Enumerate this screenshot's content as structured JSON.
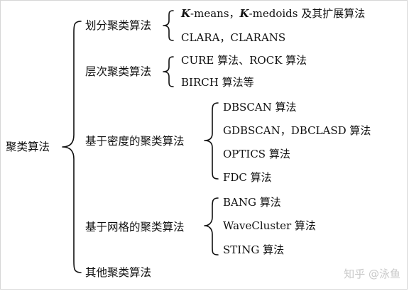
{
  "root": "聚类算法",
  "categories": [
    {
      "label": "划分聚类算法",
      "leaves": [
        {
          "k1": "K",
          "t1": "-means，",
          "k2": "K",
          "t2": "-medoids 及其扩展算法"
        },
        {
          "text": "CLARA，CLARANS"
        }
      ]
    },
    {
      "label": "层次聚类算法",
      "leaves": [
        {
          "text": "CURE 算法、ROCK 算法"
        },
        {
          "text": "BIRCH 算法等"
        }
      ]
    },
    {
      "label": "基于密度的聚类算法",
      "leaves": [
        {
          "text": "DBSCAN 算法"
        },
        {
          "text": "GDBSCAN，DBCLASD 算法"
        },
        {
          "text": "OPTICS 算法"
        },
        {
          "text": "FDC 算法"
        }
      ]
    },
    {
      "label": "基于网格的聚类算法",
      "leaves": [
        {
          "text": "BANG 算法"
        },
        {
          "text": "WaveCluster 算法"
        },
        {
          "text": "STING 算法"
        }
      ]
    },
    {
      "label": "其他聚类算法",
      "leaves": []
    }
  ],
  "watermark": "知乎 @泳鱼"
}
